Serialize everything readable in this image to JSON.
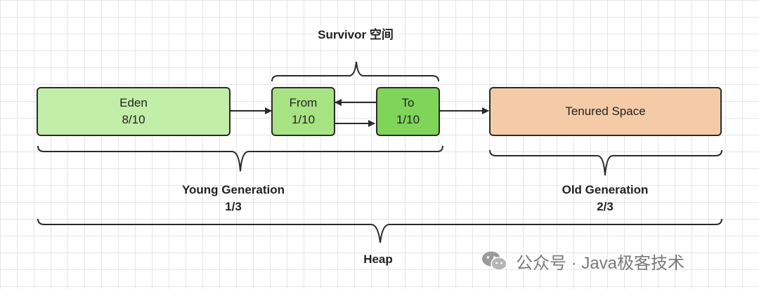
{
  "colors": {
    "eden": "#c2eeaa",
    "from": "#a8e383",
    "to": "#7fd45a",
    "tenured": "#f5cba7",
    "line": "#2a2a2a"
  },
  "boxes": {
    "eden": {
      "name": "Eden",
      "ratio": "8/10"
    },
    "from": {
      "name": "From",
      "ratio": "1/10"
    },
    "to": {
      "name": "To",
      "ratio": "1/10"
    },
    "tenured": {
      "name": "Tenured Space"
    }
  },
  "labels": {
    "survivor": "Survivor 空间",
    "young": {
      "title": "Young Generation",
      "ratio": "1/3"
    },
    "old": {
      "title": "Old Generation",
      "ratio": "2/3"
    },
    "heap": "Heap"
  },
  "watermark": {
    "text": "公众号 · Java极客技术",
    "icon": "wechat-icon"
  }
}
